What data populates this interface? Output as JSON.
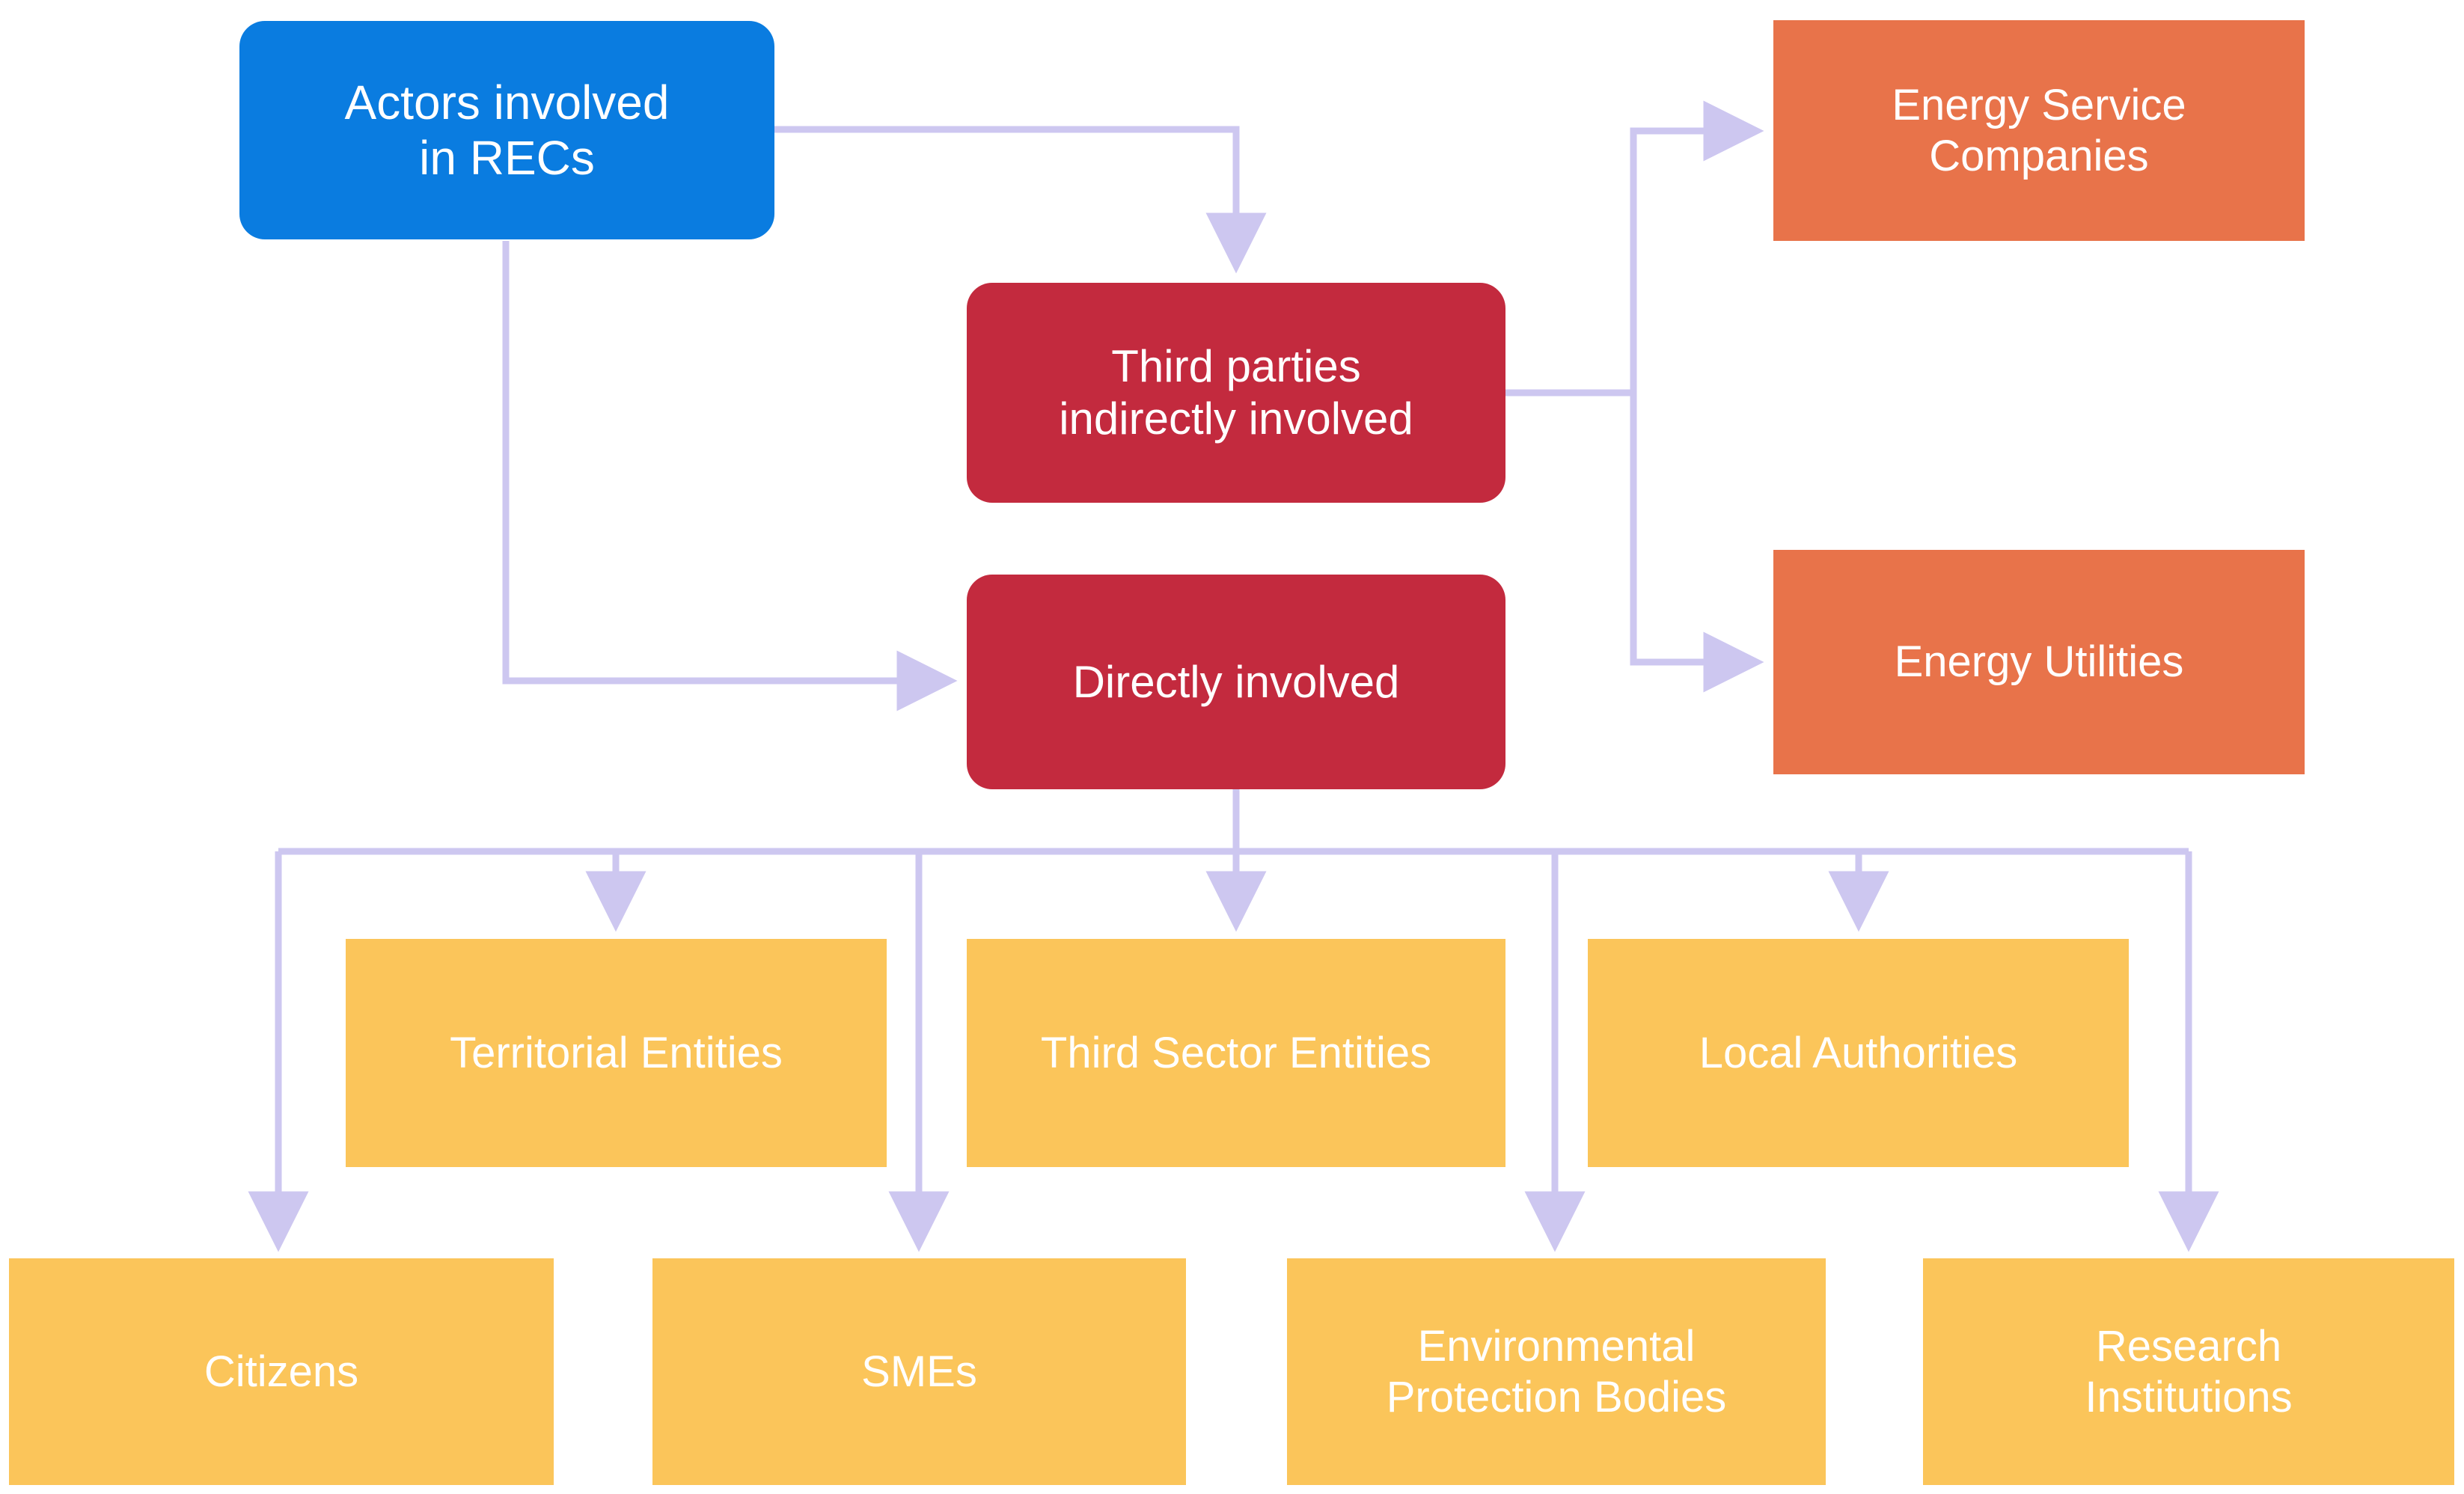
{
  "diagram": {
    "title": "Actors involved in RECs",
    "palette": {
      "root": "#0a7ce0",
      "category": "#c32a3e",
      "indirect_leaf": "#e8734a",
      "direct_leaf": "#fbc55a",
      "connector": "#cdc7f0",
      "background": "#ffffff",
      "node_text": "#ffffff"
    },
    "nodes": {
      "root": {
        "label": "Actors involved\nin RECs"
      },
      "third_parties": {
        "label": "Third parties\nindirectly involved"
      },
      "directly_involved": {
        "label": "Directly involved"
      },
      "energy_service_companies": {
        "label": "Energy Service\nCompanies"
      },
      "energy_utilities": {
        "label": "Energy Utilities"
      },
      "territorial_entities": {
        "label": "Territorial Entities"
      },
      "third_sector_entities": {
        "label": "Third Sector Entities"
      },
      "local_authorities": {
        "label": "Local Authorities"
      },
      "citizens": {
        "label": "Citizens"
      },
      "smes": {
        "label": "SMEs"
      },
      "environmental_protection_bodies": {
        "label": "Environmental\nProtection Bodies"
      },
      "research_institutions": {
        "label": "Research\nInstitutions"
      }
    },
    "edges": [
      {
        "from": "root",
        "to": "third_parties"
      },
      {
        "from": "root",
        "to": "directly_involved"
      },
      {
        "from": "third_parties",
        "to": "energy_service_companies"
      },
      {
        "from": "third_parties",
        "to": "energy_utilities"
      },
      {
        "from": "directly_involved",
        "to": "territorial_entities"
      },
      {
        "from": "directly_involved",
        "to": "third_sector_entities"
      },
      {
        "from": "directly_involved",
        "to": "local_authorities"
      },
      {
        "from": "directly_involved",
        "to": "citizens"
      },
      {
        "from": "directly_involved",
        "to": "smes"
      },
      {
        "from": "directly_involved",
        "to": "environmental_protection_bodies"
      },
      {
        "from": "directly_involved",
        "to": "research_institutions"
      }
    ]
  }
}
